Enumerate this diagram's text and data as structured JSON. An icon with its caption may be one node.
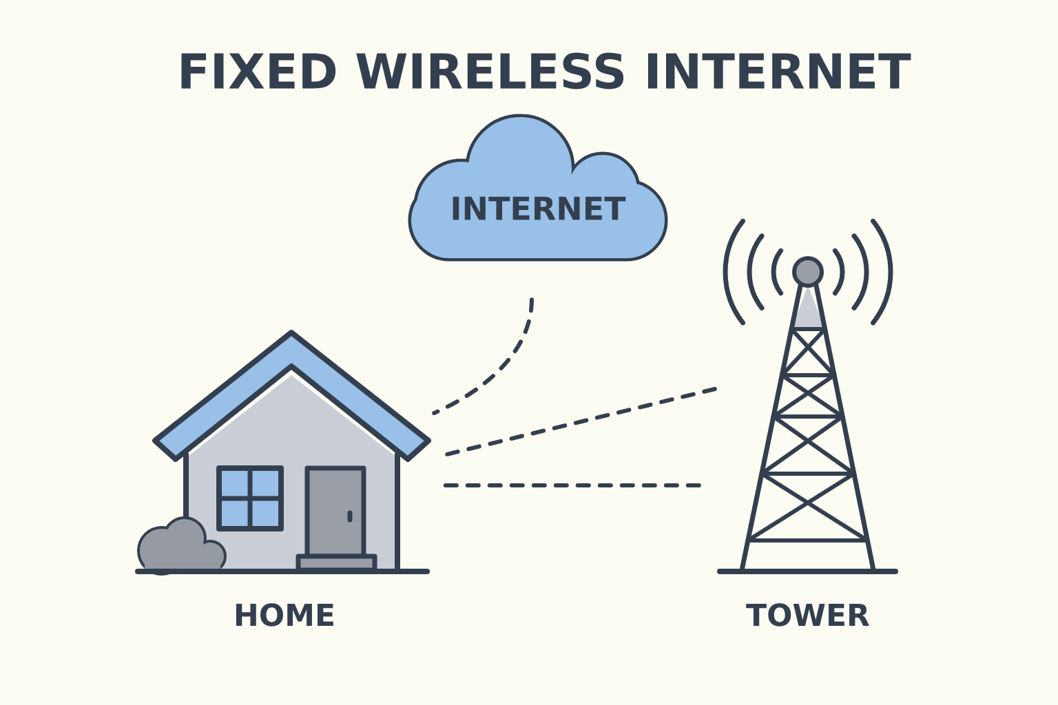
{
  "diagram": {
    "title": "FIXED WIRELESS INTERNET",
    "nodes": [
      {
        "text": [
          "INTERNET"
        ]
      },
      {
        "text": [],
        "shape": "picture",
        "beside": [
          "HOME"
        ]
      },
      {
        "text": [],
        "shape": "picture",
        "beside": [
          "TOWER"
        ]
      }
    ],
    "edges": [
      {
        "from": 0,
        "to": 1,
        "arrow": "none",
        "style": "dashed"
      },
      {
        "from": 2,
        "to": 1,
        "arrow": "none",
        "style": "dashed"
      },
      {
        "from": 2,
        "to": 1,
        "arrow": "none",
        "style": "dashed"
      }
    ]
  }
}
